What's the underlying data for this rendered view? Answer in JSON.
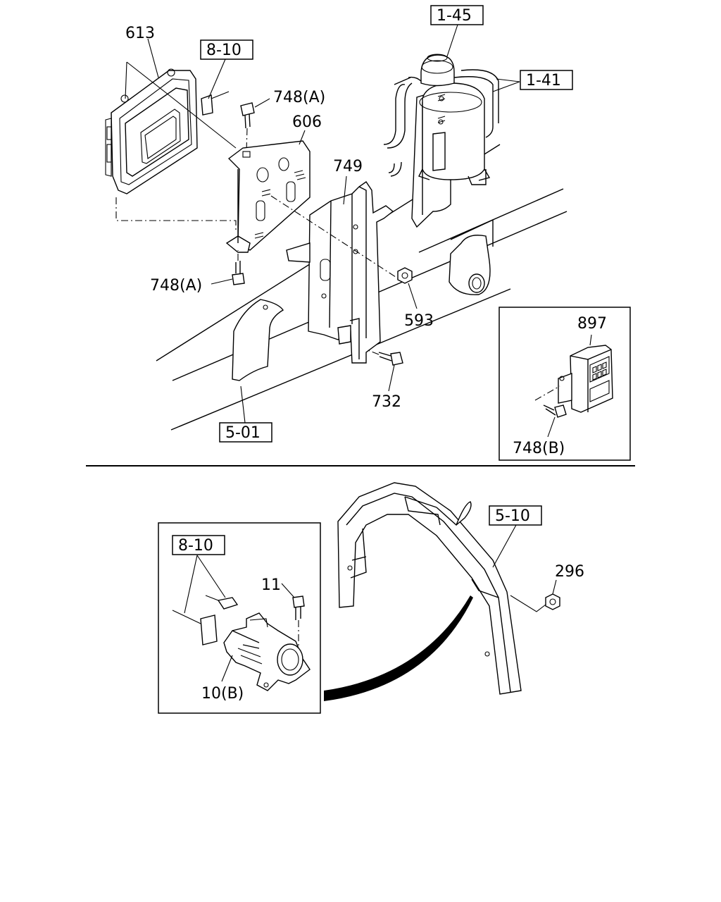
{
  "callouts": {
    "c613": "613",
    "ref_8_10_top": "8-10",
    "c748a_top": "748(A)",
    "c606": "606",
    "ref_1_45": "1-45",
    "ref_1_41": "1-41",
    "c749": "749",
    "c748a_bottom": "748(A)",
    "c593": "593",
    "c732": "732",
    "ref_5_01": "5-01",
    "c897": "897",
    "c748b": "748(B)",
    "ref_8_10_bottom": "8-10",
    "c11": "11",
    "c10b": "10(B)",
    "ref_5_10": "5-10",
    "c296": "296"
  },
  "icons": [
    "ecu-module",
    "bracket",
    "bolt",
    "nut",
    "fuel-filter",
    "relay-block",
    "connector",
    "sensor",
    "frame-rail",
    "stay"
  ]
}
